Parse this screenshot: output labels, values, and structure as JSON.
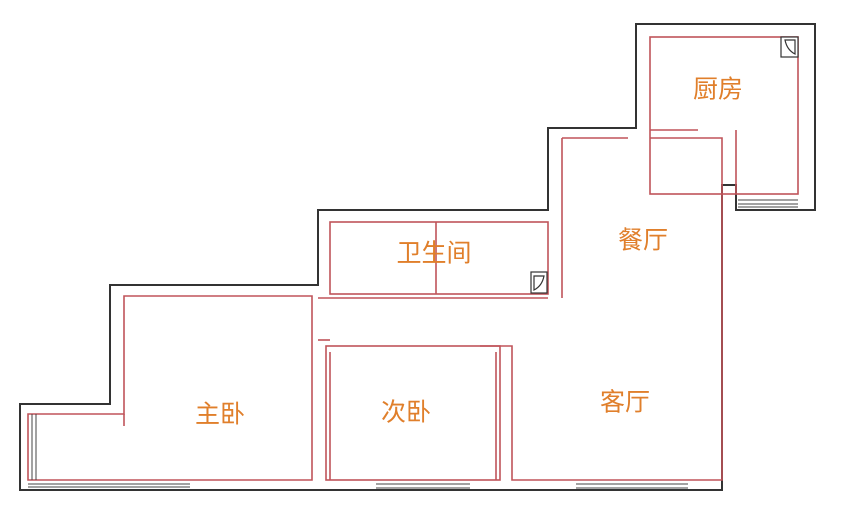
{
  "floor_plan": {
    "rooms": [
      {
        "id": "kitchen",
        "label": "厨房"
      },
      {
        "id": "bathroom",
        "label": "卫生间"
      },
      {
        "id": "dining",
        "label": "餐厅"
      },
      {
        "id": "living",
        "label": "客厅"
      },
      {
        "id": "master-bedroom",
        "label": "主卧"
      },
      {
        "id": "second-bedroom",
        "label": "次卧"
      }
    ],
    "colors": {
      "label": "#e07f2b",
      "outer_wall": "#333333",
      "inner_line": "#c0545a",
      "background": "#ffffff"
    }
  }
}
